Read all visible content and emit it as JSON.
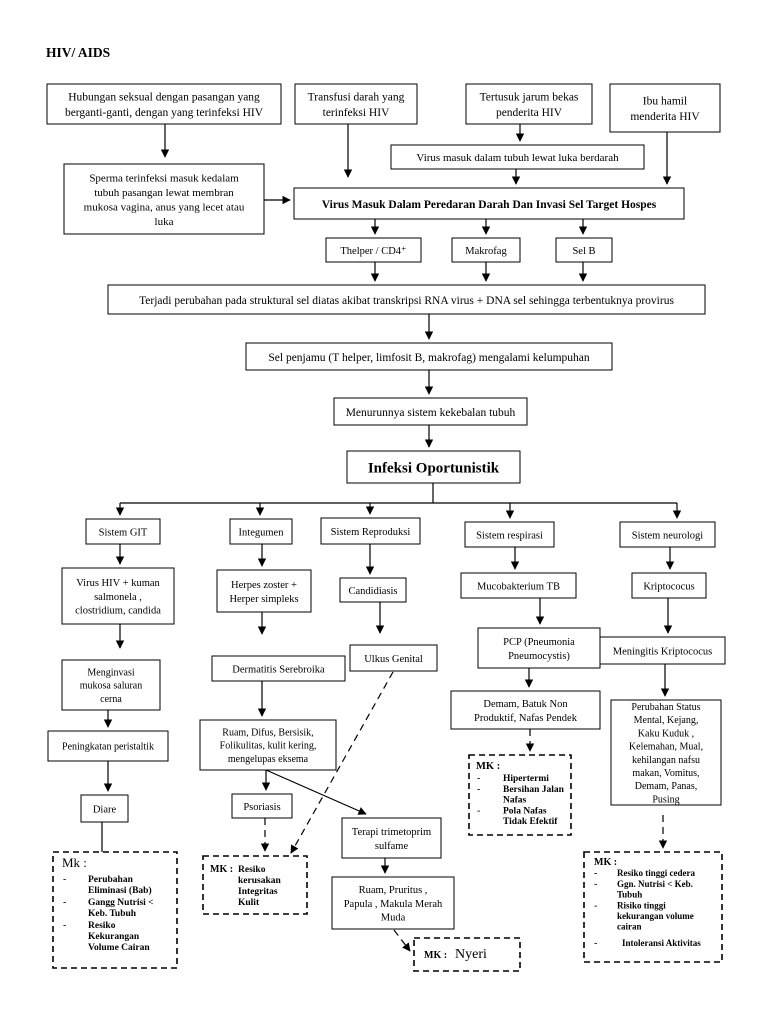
{
  "title": "HIV/ AIDS",
  "nodes": {
    "n_sex": "Hubungan seksual dengan pasangan yang berganti-ganti, dengan yang terinfeksi HIV",
    "n_transfusi": "Transfusi darah yang terinfeksi HIV",
    "n_jarum": "Tertusuk jarum bekas penderita HIV",
    "n_ibu": "Ibu hamil menderita HIV",
    "n_sperma": "Sperma terinfeksi masuk kedalam tubuh pasangan lewat membran mukosa vagina, anus yang lecet atau luka",
    "n_luka": "Virus  masuk dalam tubuh lewat luka berdarah",
    "n_virus": "Virus Masuk Dalam Peredaran Darah Dan Invasi Sel Target Hospes",
    "n_thelper": "Thelper / CD4⁺",
    "n_makrofag": "Makrofag",
    "n_selb": "Sel B",
    "n_provirus": "Terjadi perubahan pada struktural sel diatas akibat transkripsi RNA virus + DNA sel sehingga terbentuknya provirus",
    "n_penjamu": "Sel penjamu (T helper, limfosit B, makrofag) mengalami kelumpuhan",
    "n_imun": "Menurunnya sistem kekebalan tubuh",
    "n_infeksi": "Infeksi Oportunistik",
    "n_git": "Sistem GIT",
    "n_integumen": "Integumen",
    "n_reproduksi": "Sistem Reproduksi",
    "n_respirasi": "Sistem respirasi",
    "n_neuro": "Sistem neurologi",
    "n_hivkuman": "Virus HIV + kuman salmonela , clostridium, candida",
    "n_herpes": "Herpes zoster + Herper simpleks",
    "n_candidiasis": "Candidiasis",
    "n_mycobakterium": "Mucobakterium TB",
    "n_kriptococus": "Kriptococus",
    "n_menginvasi": "Menginvasi mukosa saluran cerna",
    "n_dermatitis": "Dermatitis Serebroika",
    "n_ulkus": "Ulkus  Genital",
    "n_pcp": "PCP (Pneumonia Pneumocystis)",
    "n_meningitis": "Meningitis Kriptococus",
    "n_peristaltik": "Peningkatan peristaltik",
    "n_ruam": "Ruam, Difus, Bersisik, Folikulitas, kulit kering, mengelupas eksema",
    "n_demam": "Demam, Batuk Non Produktif, Nafas Pendek",
    "n_perubahan": "Perubahan Status Mental, Kejang, Kaku Kuduk, Kelemahan, Mual, kehilangan nafsu makan, Vomitus, Demam, Panas, Pusing",
    "n_diare": "Diare",
    "n_psoriasis": "Psoriasis",
    "n_terapi": "Terapi trimetoprim sulfame",
    "n_ruam2": "Ruam, Pruritus, Papula, Makula Merah Muda"
  },
  "mk": {
    "git": {
      "head": "Mk :",
      "items": [
        "Perubahan Eliminasi (Bab)",
        "Gangg Nutrisi < Keb. Tubuh",
        "Resiko Kekurangan Volume Cairan"
      ]
    },
    "kulit": {
      "head": "MK :",
      "text": "Resiko kerusakan Integritas Kulit"
    },
    "nyeri": {
      "head": "MK :",
      "text": "Nyeri"
    },
    "resp": {
      "head": "MK :",
      "items": [
        "Hipertermi",
        "Bersihan Jalan Nafas",
        "Pola Nafas Tidak Efektif"
      ]
    },
    "neuro": {
      "head": "MK :",
      "items": [
        "Resiko tinggi cedera",
        "Ggn. Nutrisi < Keb. Tubuh",
        "Risiko tinggi kekurangan volume cairan",
        "Intoleransi Aktivitas"
      ]
    }
  }
}
